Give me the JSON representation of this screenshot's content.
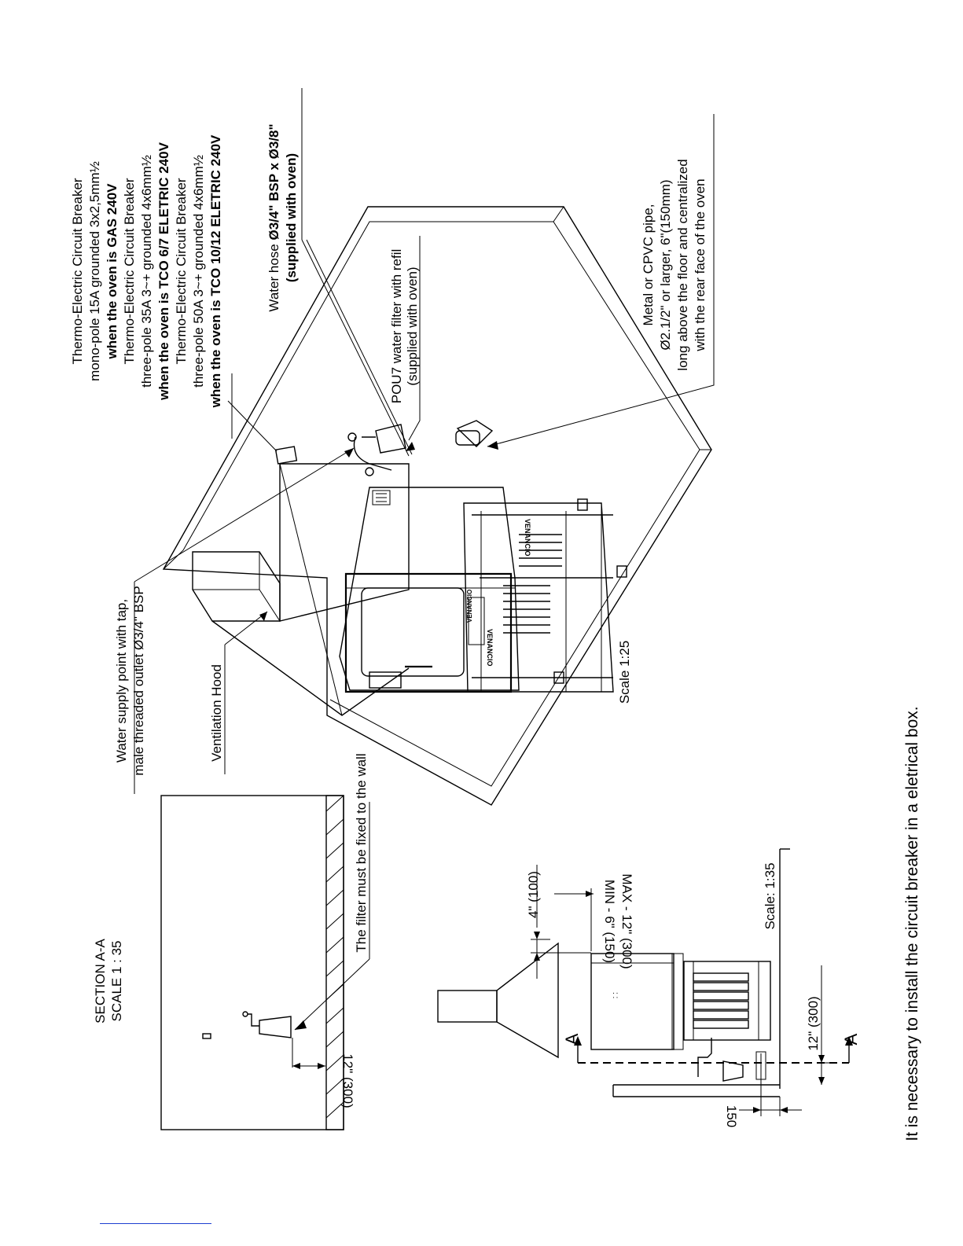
{
  "breaker": {
    "lines": [
      "Thermo-Electric Circuit Breaker",
      "mono-pole 15A grounded 3x2,5mm½",
      "Thermo-Electric Circuit Breaker",
      "three-pole 35A 3~+ grounded 4x6mm½",
      "Thermo-Electric Circuit Breaker",
      "three-pole 50A 3~+ grounded 4x6mm½"
    ],
    "when_prefix": "when the oven is ",
    "gas": "GAS 240V",
    "tco67": "TCO 6/7 ELETRIC 240V",
    "tco1012": "TCO 10/12 ELETRIC 240V"
  },
  "hose": {
    "prefix": "Water hose ",
    "size": "Ø3/4\" BSP x Ø3/8\"",
    "supplied": "(supplied with oven)"
  },
  "filter": {
    "name": "POU7 water filter with refil",
    "supplied": "(supplied with oven)"
  },
  "pipe": {
    "lines": [
      "Metal or CPVC pipe,",
      "Ø2.1/2\" or larger, 6\"(150mm)",
      "long above the floor and centralized",
      "with the rear face of the oven"
    ]
  },
  "supply": {
    "line1": "Water supply point with tap,",
    "line2": "male threaded outlet Ø3/4\" BSP"
  },
  "hood": {
    "label": "Ventilation Hood"
  },
  "brand": {
    "name": "VENANCIO"
  },
  "scale_main": "Scale 1:25",
  "section": {
    "title": "SECTION A-A",
    "scale": "SCALE 1 : 35",
    "filter_note": "The filter must be fixed to the wall",
    "dim_12": "12\" (300)"
  },
  "side": {
    "dim_4": "4\" (100)",
    "min": "MIN - 6\" (150)",
    "max": "MAX - 12\" (300)",
    "scale": "Scale: 1:35",
    "dim_12": "12\" (300)",
    "dim_150": "150",
    "marker": "A"
  },
  "note": "It is necessary to install the circuit breaker in a eletrical box."
}
